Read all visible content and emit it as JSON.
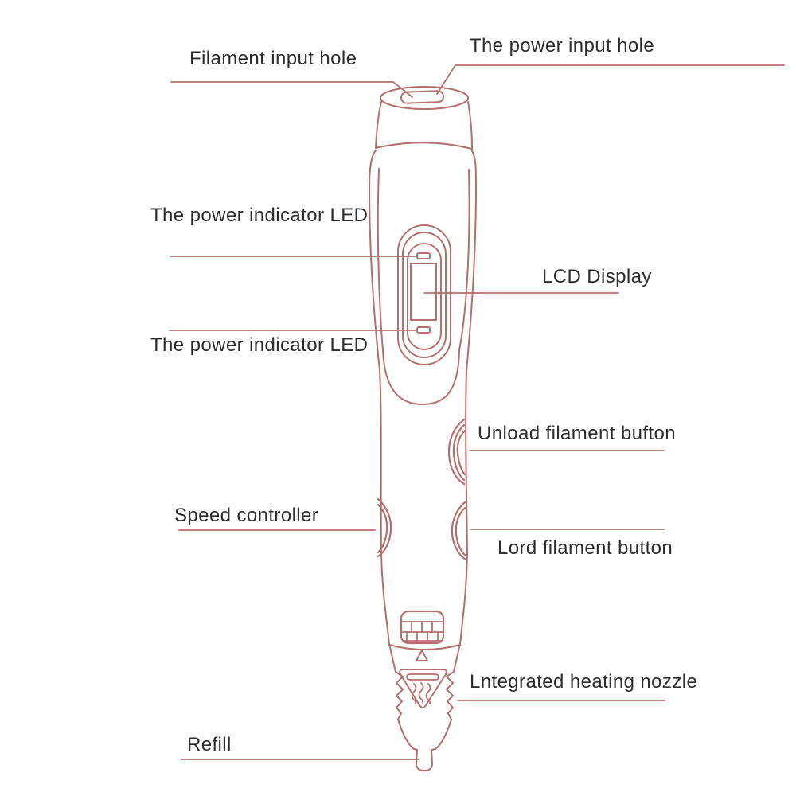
{
  "colors": {
    "line": "#b3706e",
    "text": "#2d2d2d",
    "background": "#ffffff"
  },
  "labels": {
    "filament_input_hole": "Filament input hole",
    "power_input_hole": "The power input hole",
    "power_indicator_led_top": "The power indicator LED",
    "lcd_display": "LCD Display",
    "power_indicator_led_bottom": "The power indicator LED",
    "unload_filament_button": "Unload filament bufton",
    "speed_controller": "Speed controller",
    "load_filament_button": "Lord filament button",
    "heating_nozzle": "Lntegrated heating nozzle",
    "refill": "Refill"
  }
}
